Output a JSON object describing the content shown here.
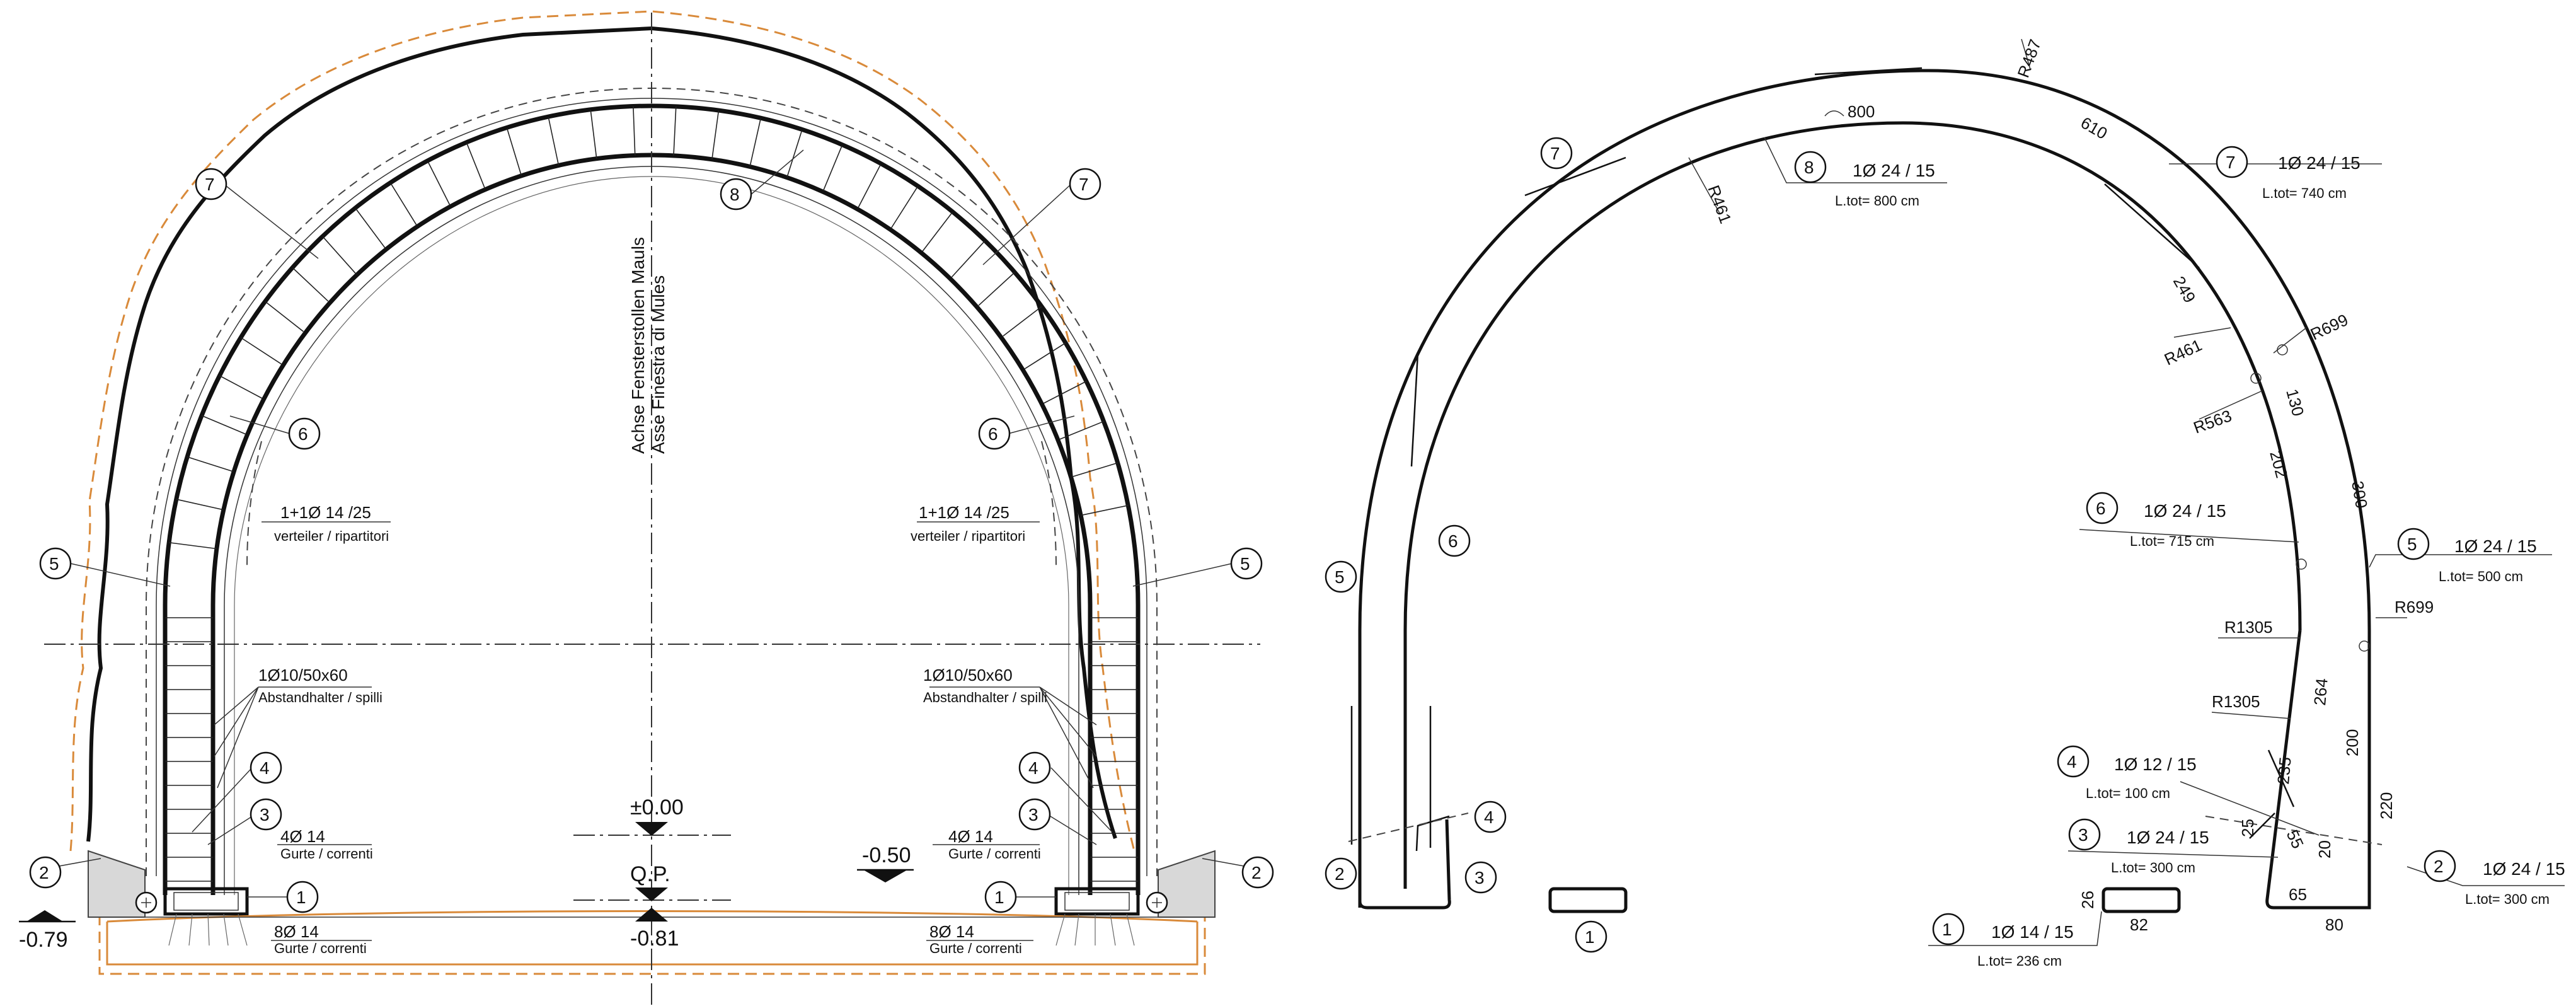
{
  "left_section": {
    "axis_label_de": "Achse Fensterstollen Mauls",
    "axis_label_it": "Asse Finestra di Mules",
    "levels": {
      "zero": "±0.00",
      "qp_label": "Q.P.",
      "qp_value": "-0.81",
      "right_level": "-0.50",
      "left_level": "-0.79"
    },
    "labels": {
      "distrib_rebar": "1+1Ø 14 /25",
      "distrib_name": "verteiler / ripartitori",
      "spacer_rebar": "1Ø10/50x60",
      "spacer_name": "Abstandhalter / spilli",
      "chord_top_rebar": "4Ø 14",
      "chord_top_name": "Gurte / correnti",
      "chord_bottom_rebar": "8Ø 14",
      "chord_bottom_name": "Gurte / correnti"
    },
    "bubbles": {
      "b1": "1",
      "b2": "2",
      "b3": "3",
      "b4": "4",
      "b5": "5",
      "b6": "6",
      "b7": "7",
      "b8": "8"
    }
  },
  "right_schedule": {
    "bubbles": {
      "b1": "1",
      "b2": "2",
      "b3": "3",
      "b4": "4",
      "b5": "5",
      "b6": "6",
      "b7": "7",
      "b8": "8"
    },
    "bars": {
      "bar1": {
        "spec": "1Ø 14 / 15",
        "length": "L.tot= 236 cm"
      },
      "bar2": {
        "spec": "1Ø 24 / 15",
        "length": "L.tot= 300 cm"
      },
      "bar3": {
        "spec": "1Ø 24 / 15",
        "length": "L.tot= 300 cm"
      },
      "bar4": {
        "spec": "1Ø 12 / 15",
        "length": "L.tot= 100 cm"
      },
      "bar5": {
        "spec": "1Ø 24 / 15",
        "length": "L.tot= 500 cm"
      },
      "bar6": {
        "spec": "1Ø 24 / 15",
        "length": "L.tot= 715 cm"
      },
      "bar7": {
        "spec": "1Ø 24 / 15",
        "length": "L.tot= 740 cm"
      },
      "bar8": {
        "spec": "1Ø 24 / 15",
        "length": "L.tot= 800 cm"
      }
    },
    "radii": {
      "r487": "R487",
      "r461_top": "R461",
      "r461_side": "R461",
      "r699_a": "R699",
      "r563": "R563",
      "r699_b": "R699",
      "r1305_a": "R1305",
      "r1305_b": "R1305"
    },
    "arc_lengths": {
      "a800": "800",
      "a610": "610",
      "a249": "249",
      "a130": "130",
      "a202": "202",
      "a300": "300",
      "a264": "264",
      "a235": "235"
    },
    "dims": {
      "d26": "26",
      "d82": "82",
      "d65": "65",
      "d80": "80",
      "d25": "25",
      "d55": "55",
      "d20": "20",
      "d200": "200",
      "d220": "220"
    }
  }
}
